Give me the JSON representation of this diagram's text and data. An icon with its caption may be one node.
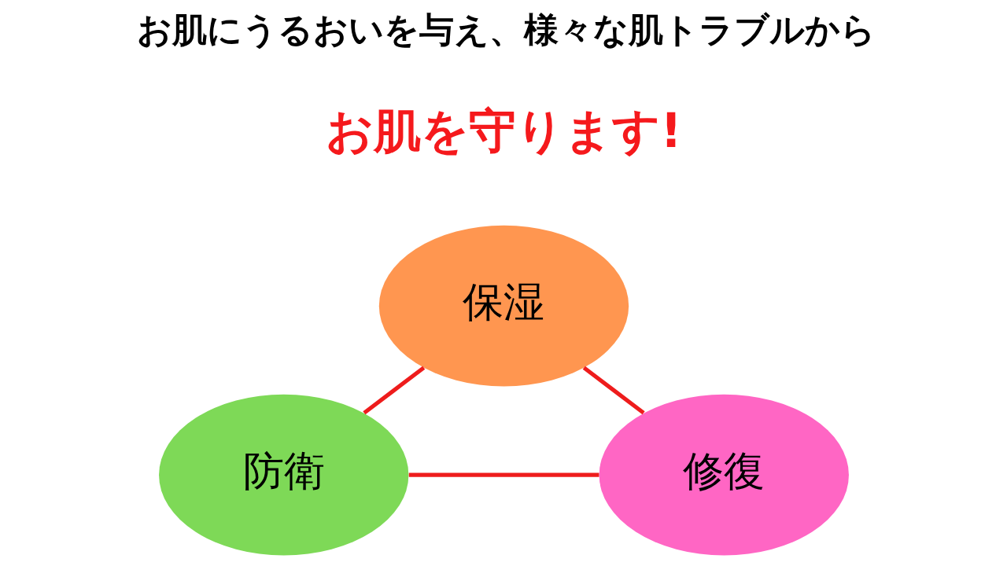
{
  "diagram": {
    "title": "お肌にうるおいを与え、様々な肌トラブルから",
    "nodes": [
      {
        "text": [
          "保湿"
        ]
      },
      {
        "text": [
          "防衛"
        ]
      },
      {
        "text": [
          "修復"
        ]
      }
    ],
    "edges": [
      {
        "from": 0,
        "to": 1,
        "arrow": "none"
      },
      {
        "from": 0,
        "to": 2,
        "arrow": "none"
      },
      {
        "from": 1,
        "to": 2,
        "arrow": "none"
      }
    ],
    "labels": [
      "お肌を守ります!"
    ]
  }
}
